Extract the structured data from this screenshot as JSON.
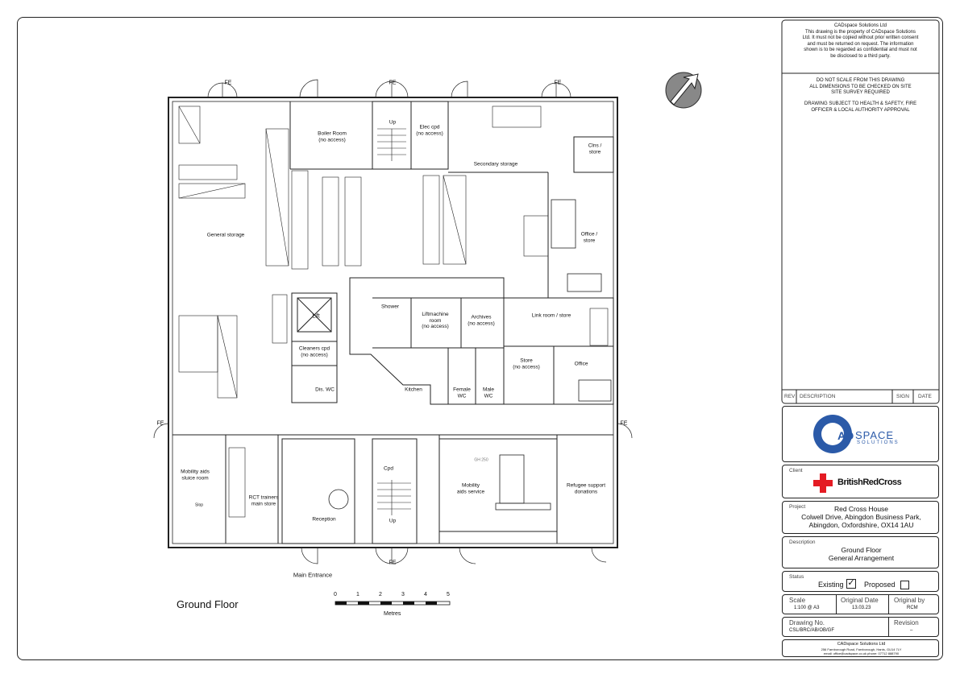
{
  "drawing": {
    "title": "Ground Floor",
    "fire_exit_label": "FE",
    "main_entrance": "Main Entrance",
    "scale_bar": {
      "ticks": [
        "0",
        "1",
        "2",
        "3",
        "4",
        "5"
      ],
      "unit": "Metres"
    },
    "rooms": {
      "boiler": "Boiler Room\n(no access)",
      "up_top": "Up",
      "elec": "Elec cpd\n(no access)",
      "secondary": "Secondary storage",
      "clns": "Clns /\nstore",
      "general": "General storage",
      "office_store": "Office /\nstore",
      "lift": "Lift",
      "shower": "Shower",
      "liftmachine": "Liftmachine\nroom\n(no access)",
      "archives": "Archives\n(no access)",
      "link": "Link room / store",
      "cleaners": "Cleaners cpd\n(no access)",
      "store": "Store\n(no access)",
      "office": "Office",
      "dis_wc": "Dis. WC",
      "kitchen": "Kitchen",
      "female": "Female\nWC",
      "male": "Male\nWC",
      "mobility_sluice": "Mobility aids\nsluice room",
      "slop": "Slop",
      "rct": "RCT trainers\nmain store",
      "reception": "Reception",
      "cpd": "Cpd",
      "up_bottom": "Up",
      "mobility_service": "Mobility\naids service",
      "refugee": "Refugee support\ndonations",
      "gh": "GH 250"
    }
  },
  "title_block": {
    "company_notice": "CADspace Solutions Ltd\nThis drawing is the property of CADspace Solutions\nLtd. It must not be copied without prior written consent\nand must be returned on request. The information\nshown is to be regarded as confidential and must not\nbe disclosed to a third party.",
    "notes_1": "DO NOT SCALE FROM THIS DRAWING\nALL DIMENSIONS TO BE CHECKED ON SITE\nSITE SURVEY REQUIRED",
    "notes_2": "DRAWING SUBJECT TO HEALTH & SAFETY, FIRE\nOFFICER & LOCAL AUTHORITY APPROVAL",
    "rev_headers": {
      "rev": "REV",
      "description": "DESCRIPTION",
      "sign": "SIGN",
      "date": "DATE"
    },
    "logo_main": "SPACE",
    "logo_sub": "SOLUTIONS",
    "client_label": "Client",
    "client_name": "BritishRedCross",
    "project_label": "Project",
    "project_text": "Red Cross House\nColwell Drive, Abingdon Business Park,\nAbingdon, Oxfordshire, OX14 1AU",
    "description_label": "Description",
    "description_text": "Ground Floor\nGeneral Arrangement",
    "status_label": "Status",
    "status_existing": "Existing",
    "status_proposed": "Proposed",
    "scale_label": "Scale",
    "scale_value": "1:100 @ A3",
    "original_date_label": "Original Date",
    "original_date_value": "13.03.23",
    "original_by_label": "Original by",
    "original_by_value": "RCM",
    "drawing_no_label": "Drawing  No.",
    "drawing_no_value": "CSL/BRC/AB/OB/GF",
    "revision_label": "Revision",
    "revision_value": "–",
    "footer_company": "CADspace Solutions Ltd",
    "footer_address": "256 Farnborough Road, Farnborough, Hants, GU14 7LY",
    "footer_contact": "email: office@cadspace.co.uk   phone: 07712 888790"
  }
}
